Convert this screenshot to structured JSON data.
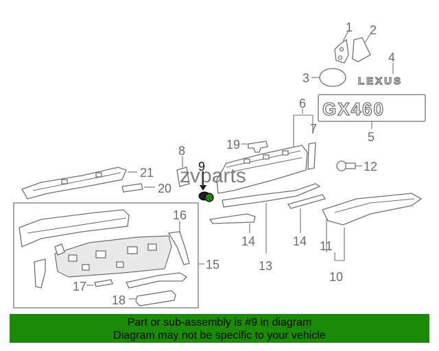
{
  "diagram": {
    "callouts": [
      "1",
      "2",
      "3",
      "4",
      "5",
      "6",
      "7",
      "8",
      "9",
      "10",
      "11",
      "12",
      "13",
      "14",
      "14",
      "15",
      "16",
      "17",
      "18",
      "19",
      "20",
      "21"
    ],
    "highlighted_callout": "9",
    "emblem_lexus": "LEXUS",
    "emblem_model": "GX460",
    "watermark": "zvparts"
  },
  "banner": {
    "line1": "Part or sub-assembly is #9 in diagram",
    "line2": "Diagram may not be specific to your vehicle",
    "color": "#1b8a06"
  }
}
